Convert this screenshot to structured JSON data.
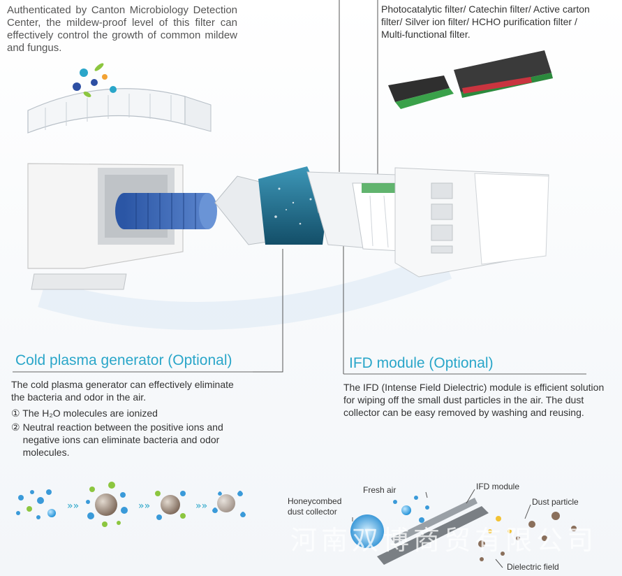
{
  "top_left": {
    "text": "Authenticated by Canton Microbiology Detection Center, the mildew-proof level of this filter can effectively control the growth of common mildew and fungus."
  },
  "top_right": {
    "text": "Photocatalytic filter/ Catechin filter/ Active carton filter/ Silver ion filter/ HCHO purification filter / Multi-functional filter."
  },
  "cold_plasma": {
    "title": "Cold plasma generator (Optional)",
    "desc": "The cold plasma generator can effectively eliminate the bacteria and odor in the air.",
    "item1_num": "①",
    "item1_text": "The H₂O molecules are ionized",
    "item2_num": "②",
    "item2_text": "Neutral reaction between the positive ions and negative ions can eliminate bacteria and odor molecules."
  },
  "ifd": {
    "title": "IFD module (Optional)",
    "desc": "The IFD (Intense Field Dielectric) module is efficient solution for wiping off the small dust particles in the air. The dust collector can be easy removed by washing and reusing."
  },
  "ifd_diagram": {
    "honeycomb_label": "Honeycombed dust collector",
    "fresh_air_label": "Fresh air",
    "ifd_module_label": "IFD module",
    "dust_particle_label": "Dust particle",
    "dielectric_label": "Dielectric field"
  },
  "watermark": "河南双博商贸有限公司",
  "colors": {
    "heading": "#2aa6c9",
    "coil": "#1f6f8f",
    "filter_green": "#3aa14a",
    "filter_dark": "#3a3a3a"
  }
}
